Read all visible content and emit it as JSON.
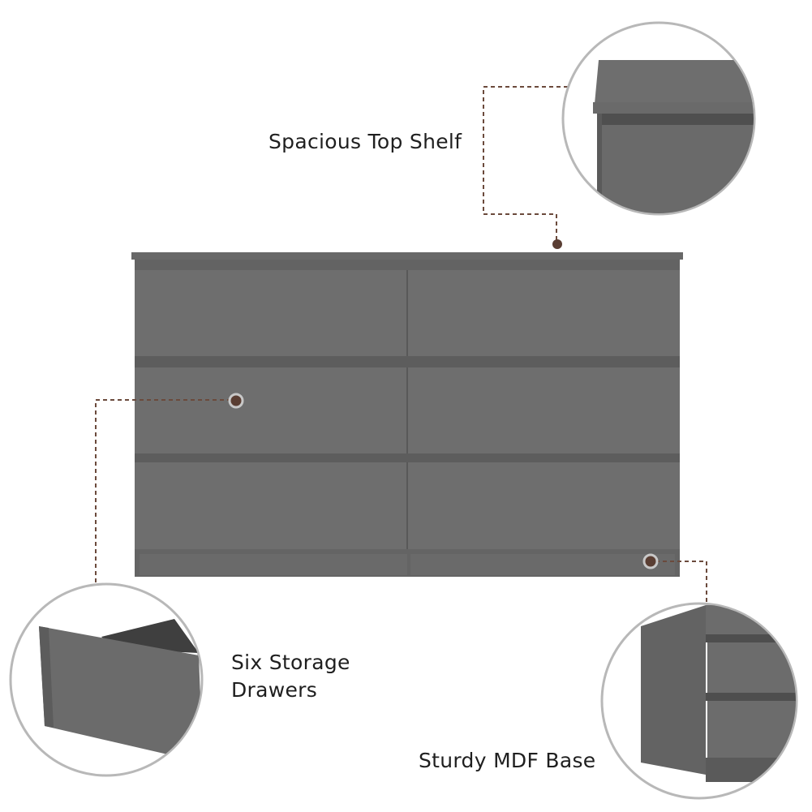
{
  "colors": {
    "dresser_body": "#6b6b6b",
    "dresser_dark": "#555555",
    "drawer_front": "#6f6f6f",
    "callout_line": "#6b4a3c",
    "callout_dot": "#5a3e33",
    "circle_border": "#b8b8b8"
  },
  "callouts": {
    "top_shelf": {
      "label": "Spacious Top Shelf",
      "icon": "dot-marker"
    },
    "drawers": {
      "line1": "Six Storage",
      "line2": "Drawers",
      "icon": "ring-marker"
    },
    "base": {
      "label": "Sturdy MDF Base",
      "icon": "ring-marker"
    }
  },
  "product": {
    "name": "6-drawer dresser",
    "drawer_count": 6
  }
}
